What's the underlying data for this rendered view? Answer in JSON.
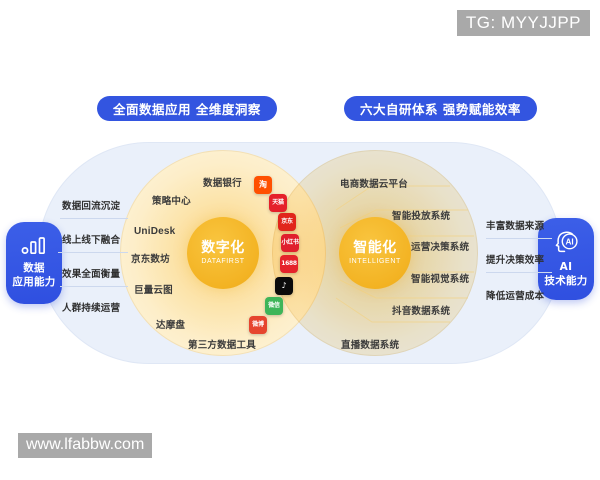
{
  "watermarks": {
    "top_right": "TG: MYYJJPP",
    "bottom_left": "www.lfabbw.com"
  },
  "header": {
    "pill_left": "全面数据应用  全维度洞察",
    "pill_right": "六大自研体系  强势赋能效率"
  },
  "left_capability": {
    "icon": "bar-chart-icon",
    "label_line1": "数据",
    "label_line2": "应用能力",
    "items": [
      "数据回流沉淀",
      "线上线下融合",
      "效果全面衡量",
      "人群持续运营"
    ]
  },
  "right_capability": {
    "icon": "ai-head-icon",
    "label_line1": "AI",
    "label_line2": "技术能力",
    "items": [
      "丰富数据来源",
      "提升决策效率",
      "降低运营成本"
    ]
  },
  "left_circle": {
    "core_title": "数字化",
    "core_subtitle": "DATAFIRST",
    "labels": [
      "数据银行",
      "策略中心",
      "UniDesk",
      "京东数坊",
      "巨量云图",
      "达摩盘",
      "第三方数据工具"
    ]
  },
  "right_circle": {
    "core_title": "智能化",
    "core_subtitle": "INTELLIGENT",
    "labels": [
      "电商数据云平台",
      "智能投放系统",
      "运营决策系统",
      "智能视觉系统",
      "抖音数据系统",
      "直播数据系统"
    ]
  },
  "brand_logos": [
    {
      "name": "taobao",
      "text": "淘",
      "bg": "#ff5000"
    },
    {
      "name": "tmall",
      "text": "天猫",
      "bg": "#e5202a"
    },
    {
      "name": "jingdong",
      "text": "京东",
      "bg": "#e1251b"
    },
    {
      "name": "xiaohongshu",
      "text": "小红书",
      "bg": "#e01f2d"
    },
    {
      "name": "1688",
      "text": "1688",
      "bg": "#e5232b"
    },
    {
      "name": "douyin",
      "text": "♪",
      "bg": "#0b0b0b"
    },
    {
      "name": "wechat",
      "text": "微信",
      "bg": "#3eb559"
    },
    {
      "name": "weibo",
      "text": "微博",
      "bg": "#e6452f"
    }
  ],
  "colors": {
    "brand_blue": "#3355e0",
    "panel_blue": "#eaf0fa",
    "core_amber": "#f3b323",
    "circle_cream": "#fdeec9"
  }
}
